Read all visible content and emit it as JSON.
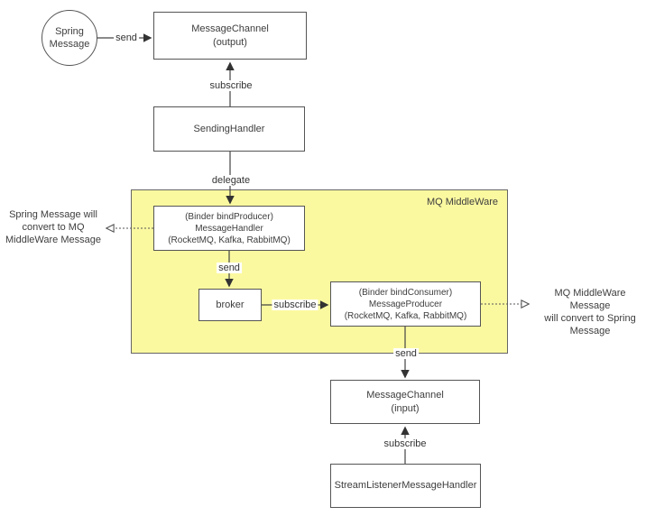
{
  "diagram": {
    "container": {
      "label": "MQ MiddleWare"
    },
    "nodes": {
      "spring_message": {
        "lines": [
          "Spring",
          "Message"
        ]
      },
      "message_channel_output": {
        "lines": [
          "MessageChannel",
          "(output)"
        ]
      },
      "sending_handler": {
        "lines": [
          "SendingHandler"
        ]
      },
      "message_handler": {
        "lines": [
          "(Binder bindProducer)",
          "MessageHandler",
          "(RocketMQ, Kafka, RabbitMQ)"
        ]
      },
      "broker": {
        "lines": [
          "broker"
        ]
      },
      "message_producer": {
        "lines": [
          "(Binder bindConsumer)",
          "MessageProducer",
          "(RocketMQ, Kafka, RabbitMQ)"
        ]
      },
      "message_channel_input": {
        "lines": [
          "MessageChannel",
          "(input)"
        ]
      },
      "stream_listener_message_handler": {
        "lines": [
          "StreamListenerMessageHandler"
        ]
      }
    },
    "edges": [
      {
        "id": "spring-to-output",
        "label": "send"
      },
      {
        "id": "sendinghandler-to-output",
        "label": "subscribe"
      },
      {
        "id": "sendinghandler-to-messagehandler",
        "label": "delegate"
      },
      {
        "id": "messagehandler-to-broker",
        "label": "send"
      },
      {
        "id": "broker-to-messageproducer",
        "label": "subscribe"
      },
      {
        "id": "messageproducer-to-input",
        "label": "send"
      },
      {
        "id": "listener-to-input",
        "label": "subscribe"
      }
    ],
    "annotations": {
      "left": {
        "lines": [
          "Spring Message will",
          "convert to MQ",
          "MiddleWare Message"
        ]
      },
      "right": {
        "lines": [
          "MQ MiddleWare Message",
          "will convert to Spring",
          "Message"
        ]
      }
    },
    "colors": {
      "container_fill": "#fbf9a0",
      "container_border": "#666666",
      "node_fill": "#ffffff",
      "node_border": "#555555",
      "edge_line": "#444444",
      "text": "#3d3d3d"
    }
  }
}
